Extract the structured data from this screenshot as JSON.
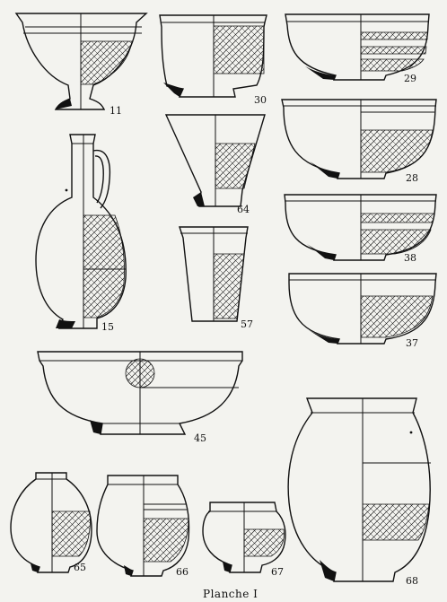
{
  "plate": {
    "caption": "Planche I",
    "vessels": [
      {
        "id": "11",
        "label": "11"
      },
      {
        "id": "30",
        "label": "30"
      },
      {
        "id": "29",
        "label": "29"
      },
      {
        "id": "28",
        "label": "28"
      },
      {
        "id": "64",
        "label": "64"
      },
      {
        "id": "15",
        "label": "15"
      },
      {
        "id": "57",
        "label": "57"
      },
      {
        "id": "38",
        "label": "38"
      },
      {
        "id": "37",
        "label": "37"
      },
      {
        "id": "45",
        "label": "45"
      },
      {
        "id": "65",
        "label": "65"
      },
      {
        "id": "66",
        "label": "66"
      },
      {
        "id": "67",
        "label": "67"
      },
      {
        "id": "68",
        "label": "68"
      }
    ]
  }
}
